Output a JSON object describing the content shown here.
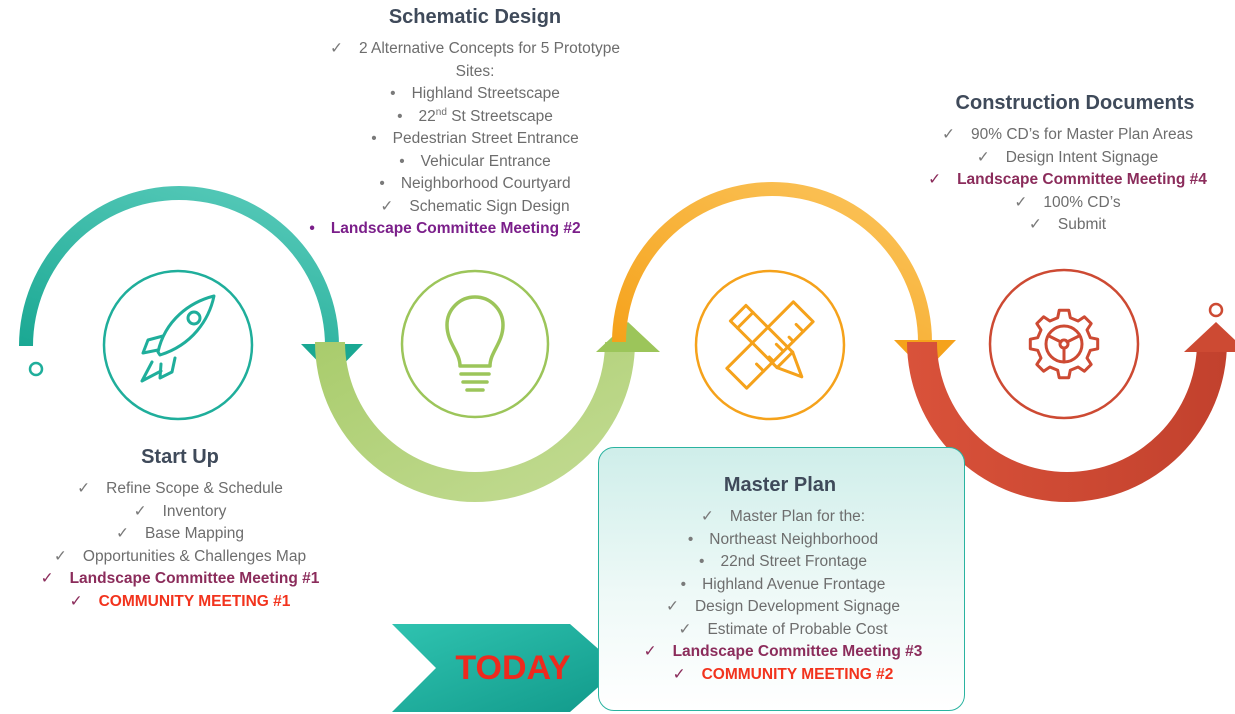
{
  "phases": {
    "startup": {
      "title": "Start Up",
      "items": [
        {
          "marker": "✓",
          "text": "Refine Scope & Schedule",
          "style": "normal"
        },
        {
          "marker": "✓",
          "text": "Inventory",
          "style": "normal"
        },
        {
          "marker": "✓",
          "text": "Base Mapping",
          "style": "normal"
        },
        {
          "marker": "✓",
          "text": "Opportunities & Challenges Map",
          "style": "normal"
        },
        {
          "marker": "✓",
          "text": "Landscape Committee Meeting #1",
          "style": "purple"
        },
        {
          "marker": "✓",
          "text": "COMMUNITY MEETING #1",
          "style": "red"
        }
      ]
    },
    "schematic": {
      "title": "Schematic Design",
      "items": [
        {
          "marker": "✓",
          "text": "2 Alternative Concepts for 5 Prototype",
          "style": "normal"
        },
        {
          "marker": "",
          "text": "Sites:",
          "style": "normal"
        },
        {
          "marker": "•",
          "text": "Highland Streetscape",
          "style": "normal"
        },
        {
          "marker": "•",
          "text": "22nd St Streetscape",
          "style": "normal",
          "sup": "nd"
        },
        {
          "marker": "•",
          "text": "Pedestrian Street Entrance",
          "style": "normal"
        },
        {
          "marker": "•",
          "text": "Vehicular Entrance",
          "style": "normal"
        },
        {
          "marker": "•",
          "text": "Neighborhood Courtyard",
          "style": "normal"
        },
        {
          "marker": "✓",
          "text": "Schematic Sign Design",
          "style": "normal"
        },
        {
          "marker": "•",
          "text": "Landscape Committee Meeting #2",
          "style": "violet"
        }
      ]
    },
    "masterplan": {
      "title": "Master Plan",
      "items": [
        {
          "marker": "✓",
          "text": "Master Plan for the:",
          "style": "normal"
        },
        {
          "marker": "•",
          "text": "Northeast Neighborhood",
          "style": "normal"
        },
        {
          "marker": "•",
          "text": "22nd Street Frontage",
          "style": "normal"
        },
        {
          "marker": "•",
          "text": "Highland Avenue Frontage",
          "style": "normal"
        },
        {
          "marker": "✓",
          "text": "Design Development Signage",
          "style": "normal"
        },
        {
          "marker": "✓",
          "text": "Estimate of Probable Cost",
          "style": "normal"
        },
        {
          "marker": "✓",
          "text": "Landscape Committee Meeting #3",
          "style": "purple"
        },
        {
          "marker": "✓",
          "text": "COMMUNITY MEETING #2",
          "style": "red"
        }
      ]
    },
    "construction": {
      "title": "Construction Documents",
      "items": [
        {
          "marker": "✓",
          "text": "90% CD’s for Master Plan Areas",
          "style": "normal"
        },
        {
          "marker": "✓",
          "text": "Design Intent Signage",
          "style": "normal"
        },
        {
          "marker": "✓",
          "text": "Landscape Committee Meeting #4",
          "style": "purple"
        },
        {
          "marker": "✓",
          "text": "100% CD’s",
          "style": "normal"
        },
        {
          "marker": "✓",
          "text": "Submit",
          "style": "normal"
        }
      ]
    }
  },
  "today_label": "TODAY",
  "icons": [
    "rocket-icon",
    "lightbulb-icon",
    "pencil-ruler-icon",
    "gear-icon"
  ],
  "colors": {
    "teal": "#1fae9b",
    "lime": "#9cc55a",
    "orange": "#f7a721",
    "red": "#cd4a33",
    "purple_text": "#8b2c5b",
    "red_text": "#f2331d",
    "today_arrow": "#14a394"
  }
}
